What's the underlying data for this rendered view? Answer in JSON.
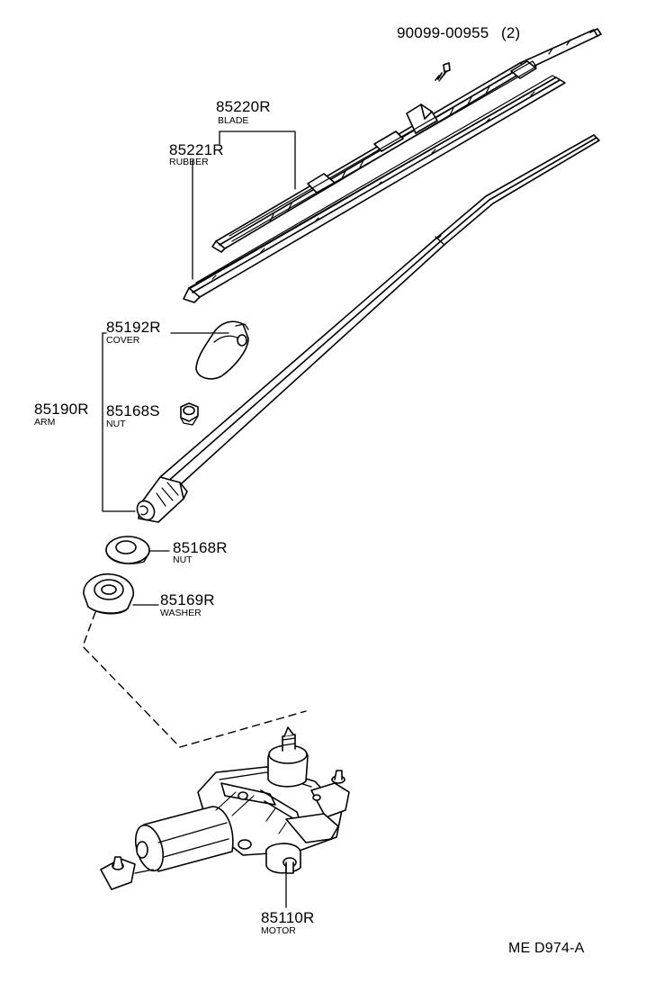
{
  "parts": [
    {
      "id": "screw",
      "number": "90099-00955",
      "qty": "(2)",
      "name": ""
    },
    {
      "id": "blade",
      "number": "85220R",
      "name": "BLADE"
    },
    {
      "id": "rubber",
      "number": "85221R",
      "name": "RUBBER"
    },
    {
      "id": "cover",
      "number": "85192R",
      "name": "COVER"
    },
    {
      "id": "arm",
      "number": "85190R",
      "name": "ARM"
    },
    {
      "id": "arm-nut",
      "number": "85168S",
      "name": "NUT"
    },
    {
      "id": "nut",
      "number": "85168R",
      "name": "NUT"
    },
    {
      "id": "washer",
      "number": "85169R",
      "name": "WASHER"
    },
    {
      "id": "motor",
      "number": "85110R",
      "name": "MOTOR"
    }
  ],
  "diagram_code": "ME D974-A"
}
